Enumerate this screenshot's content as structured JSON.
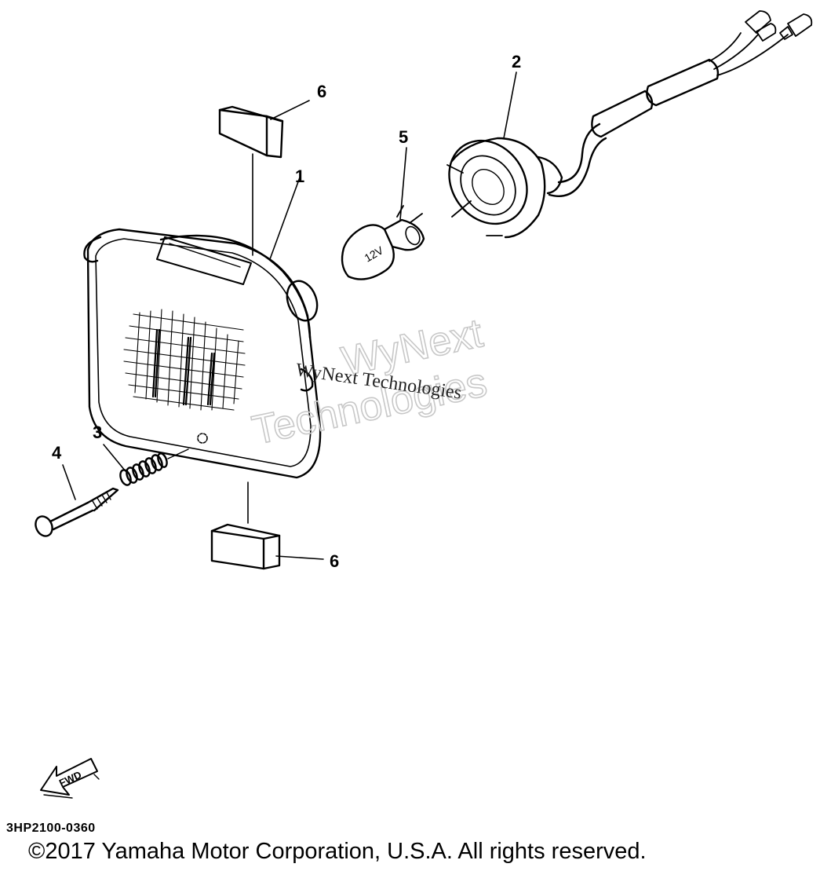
{
  "callouts": {
    "headlight": "1",
    "socket": "2",
    "spring": "3",
    "screw": "4",
    "bulb": "5",
    "damper_top": "6",
    "damper_bottom": "6"
  },
  "bulb_marking": "12V",
  "watermark": {
    "line1": "WyNext",
    "line2": "Technologies",
    "overlay": "WyNext Technologies"
  },
  "fwd_label": "FWD",
  "part_code": "3HP2100-0360",
  "copyright": "©2017 Yamaha Motor Corporation, U.S.A. All rights reserved.",
  "colors": {
    "line": "#000000",
    "background": "#ffffff",
    "watermark": "#c8c8c8"
  }
}
